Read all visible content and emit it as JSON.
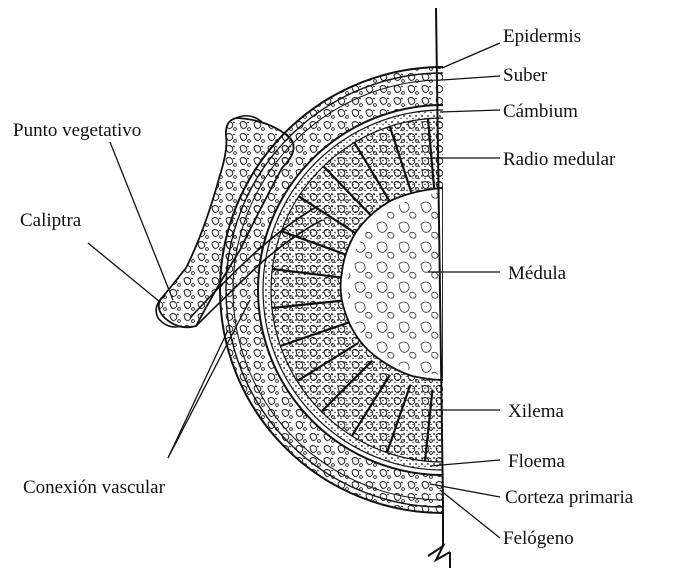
{
  "colors": {
    "ink": "#111111",
    "background": "#ffffff"
  },
  "labels": {
    "epidermis": "Epidermis",
    "suber": "Suber",
    "cambium": "Cámbium",
    "radio_medular": "Radio medular",
    "medula": "Médula",
    "xilema": "Xilema",
    "floema": "Floema",
    "corteza_primaria": "Corteza primaria",
    "felogeno": "Felógeno",
    "punto_vegetativo": "Punto vegetativo",
    "caliptra": "Caliptra",
    "conexion_vascular": "Conexión vascular"
  }
}
